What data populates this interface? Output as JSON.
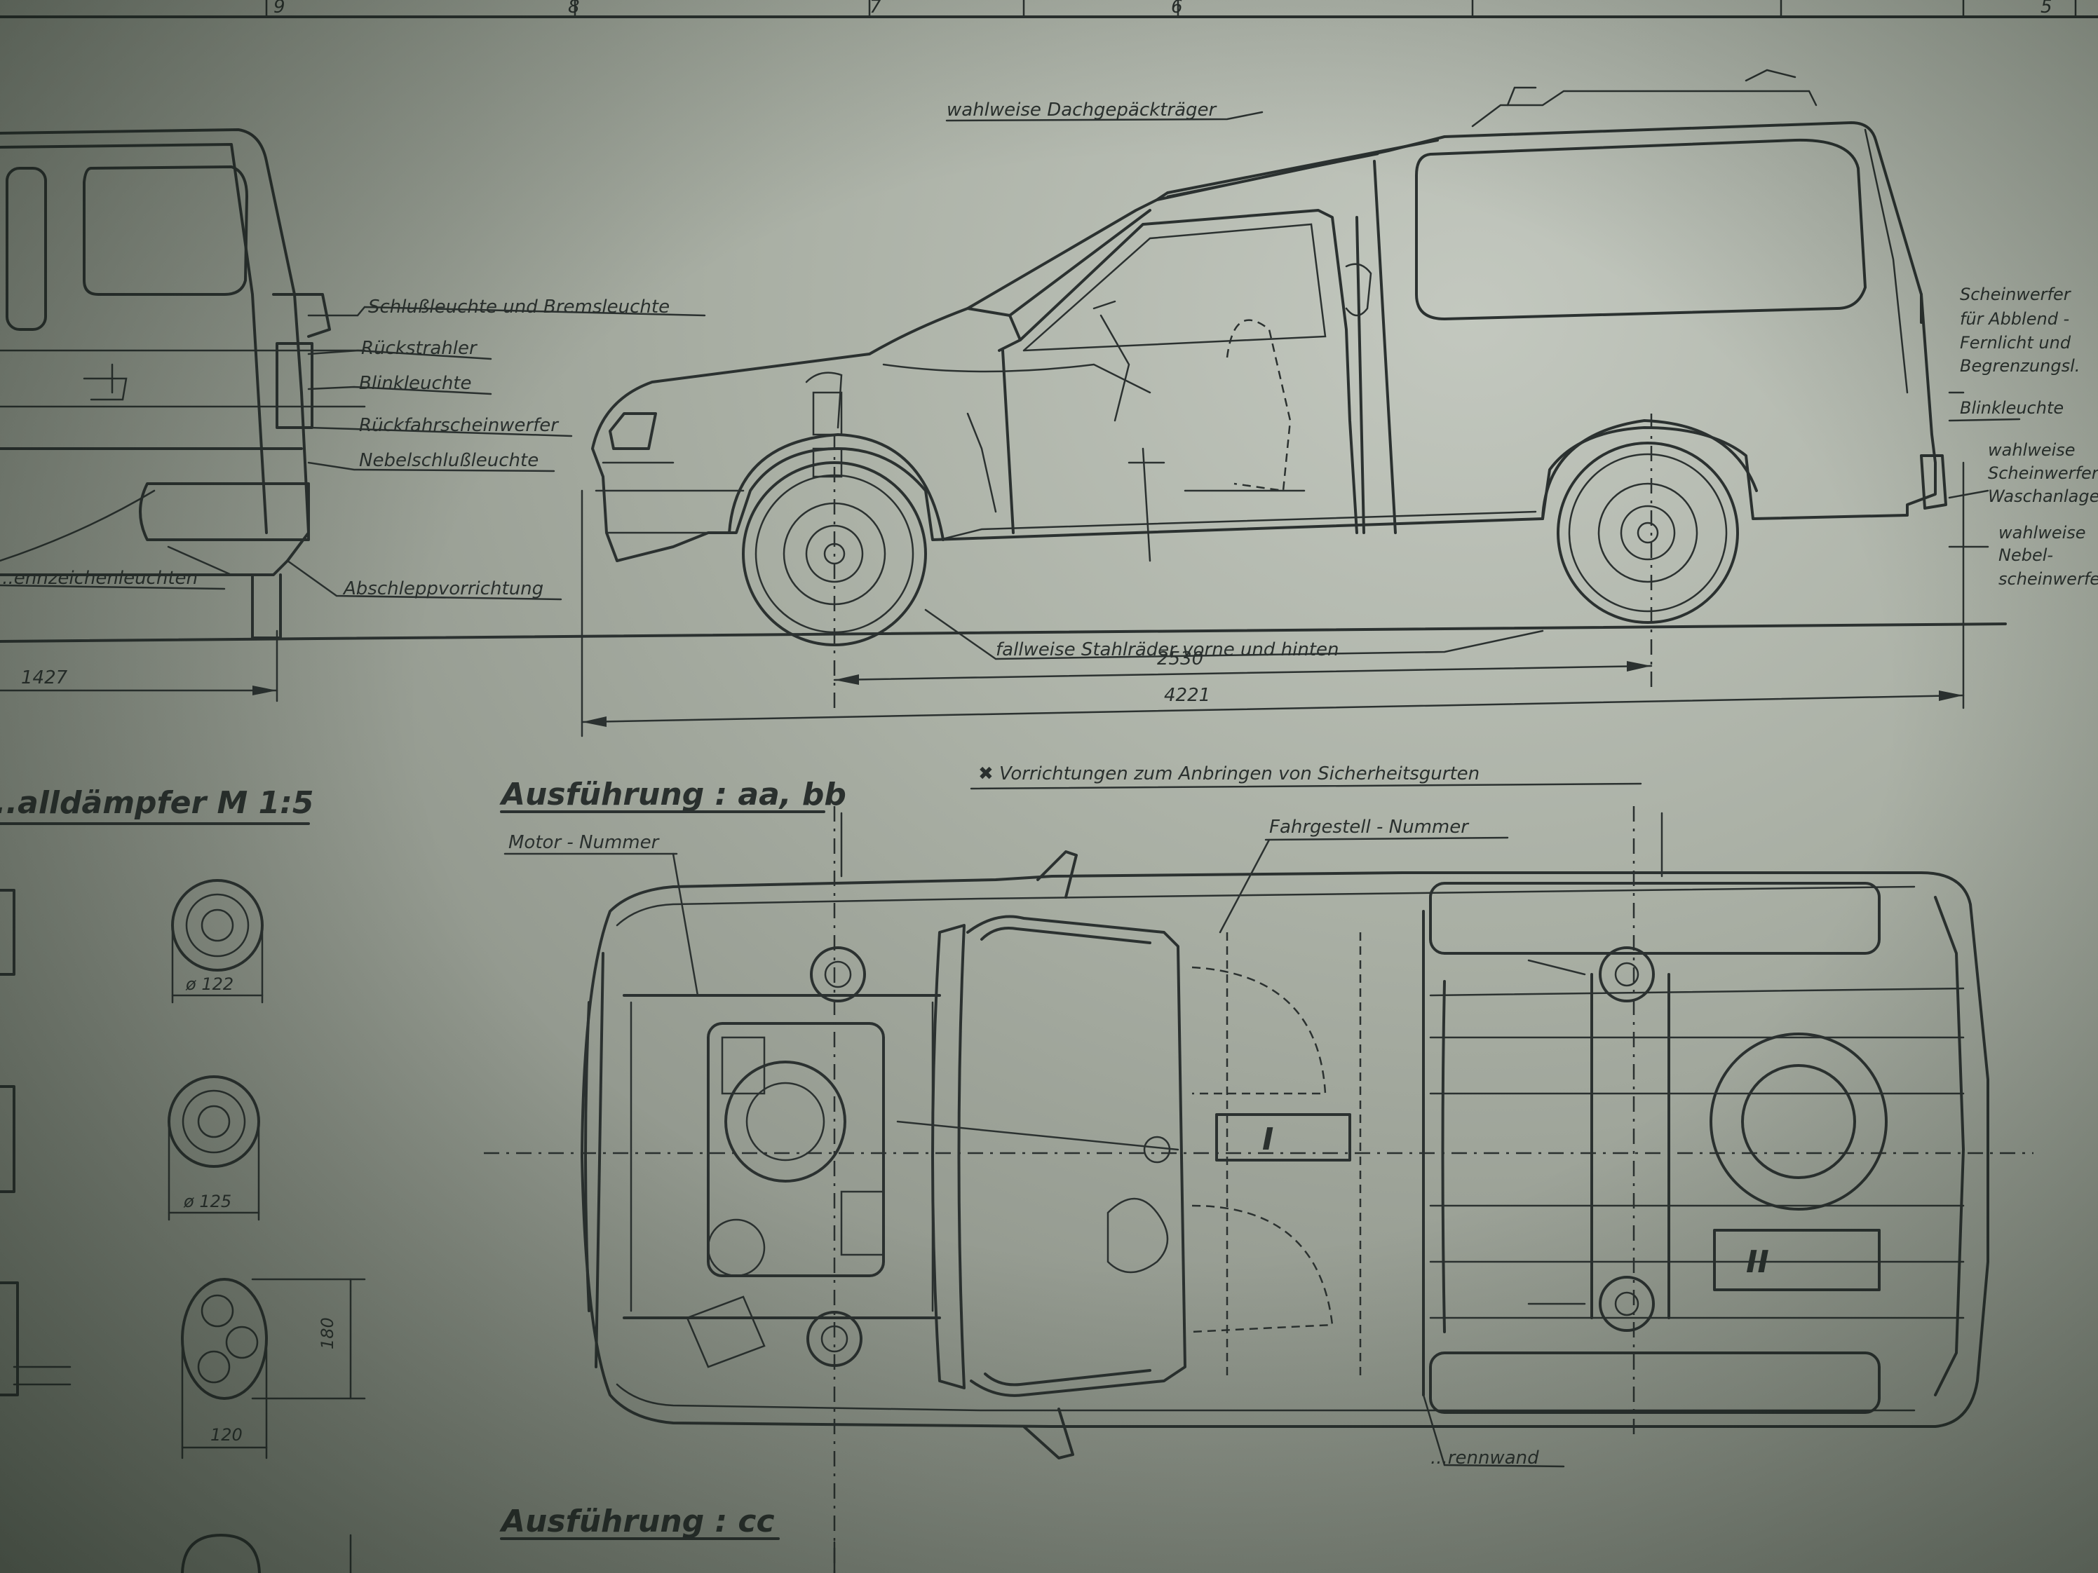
{
  "top_ruler": {
    "numbers": [
      "9",
      "8",
      "7",
      "6",
      "5"
    ]
  },
  "side_view": {
    "callouts_left": [
      "Schlußleuchte und Bremsleuchte",
      "Rückstrahler",
      "Blinkleuchte",
      "Rückfahrscheinwerfer",
      "Nebelschlußleuchte",
      "Abschleppvorrichtung",
      "...ennzeichenleuchten"
    ],
    "roof_rack": "wahlweise Dachgepäckträger",
    "wheels": "fallweise Stahlräder  vorne und hinten",
    "callouts_right": [
      "Scheinwerfer",
      "für Abblend -",
      "Fernlicht und",
      "Begrenzungsl.",
      "Blinkleuchte",
      "wahlweise",
      "Scheinwerfer-",
      "Waschanlage",
      "wahlweise",
      "Nebel-",
      "scheinwerfer"
    ],
    "dimensions": {
      "rear_overhang": "1427",
      "wheelbase": "2530",
      "length": "4221"
    }
  },
  "muffler_section": {
    "title": "...alldämpfer  M 1:5",
    "dims": [
      "ø 122",
      "ø 125",
      "180",
      "120"
    ]
  },
  "plan_view": {
    "title": "Ausführung : aa, bb",
    "belts": "✖  Vorrichtungen zum Anbringen von Sicherheitsgurten",
    "motor_number": "Motor - Nummer",
    "chassis_number": "Fahrgestell - Nummer",
    "bulkhead": "...rennwand",
    "zone_one": "I",
    "zone_two": "II"
  },
  "footer": {
    "title": "Ausführung : cc"
  }
}
